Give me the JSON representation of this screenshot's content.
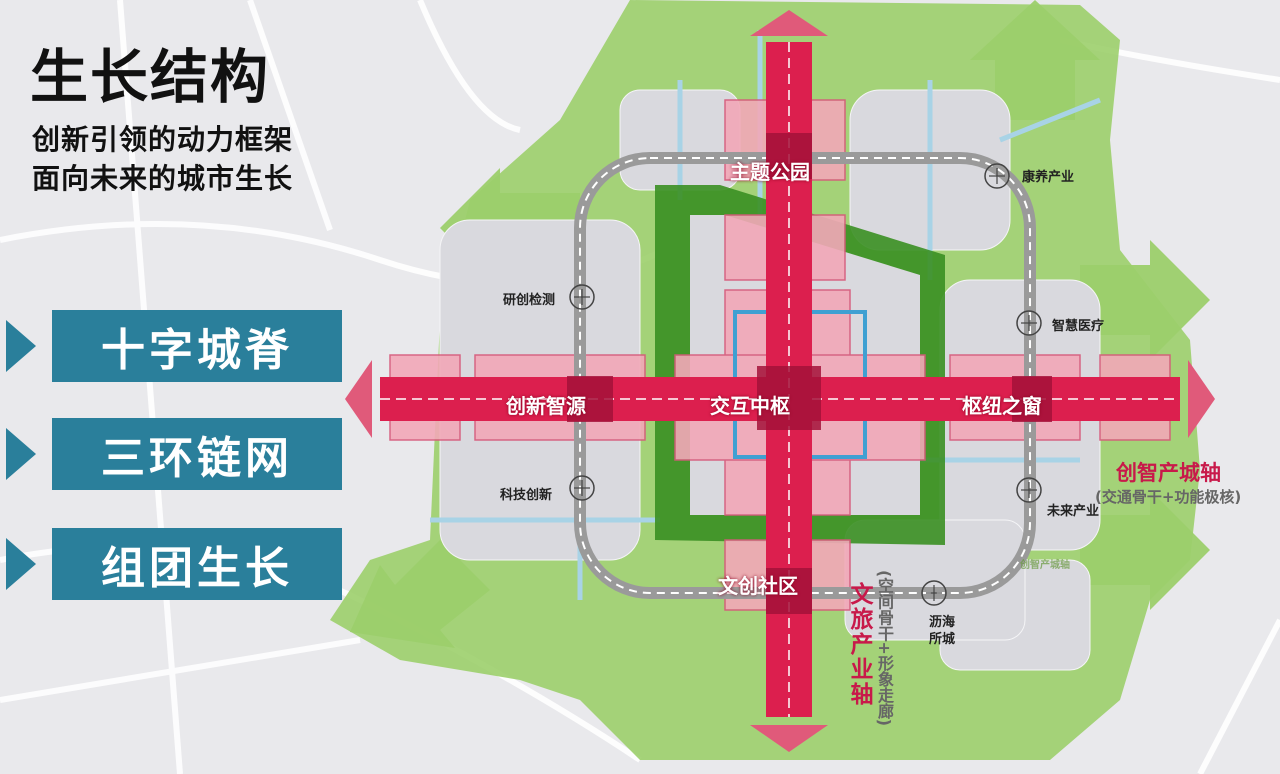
{
  "title": "生长结构",
  "subtitles": [
    "创新引领的动力框架",
    "面向未来的城市生长"
  ],
  "menu": [
    {
      "label": "十字城脊"
    },
    {
      "label": "三环链网"
    },
    {
      "label": "组团生长"
    }
  ],
  "map": {
    "nodes": {
      "theme_park": "主题公园",
      "innovation_source": "创新智源",
      "interaction_hub": "交互中枢",
      "hub_window": "枢纽之窗",
      "culture_community": "文创社区"
    },
    "ring_labels": {
      "health": "康养产业",
      "rd_testing": "研创检测",
      "smart_medical": "智慧医疗",
      "tech_innovation": "科技创新",
      "future_industry": "未来产业",
      "lihai_city": "沥海\n所城"
    },
    "faint_label": "创智产城轴",
    "axes": {
      "horizontal": {
        "name": "创智产城轴",
        "note": "(交通骨干+功能极核)"
      },
      "vertical": {
        "name": "文旅产业轴",
        "note": "(空间骨干+形象走廊)"
      }
    },
    "colors": {
      "green_arrows": "#9ccf6c",
      "cross_red": "#dc1f4e",
      "dark_green": "#3a8f22",
      "pink_blocks": "#f2a8b8",
      "ring_gray": "#9a9a9a",
      "menu_blue": "#2a7f9b"
    }
  }
}
